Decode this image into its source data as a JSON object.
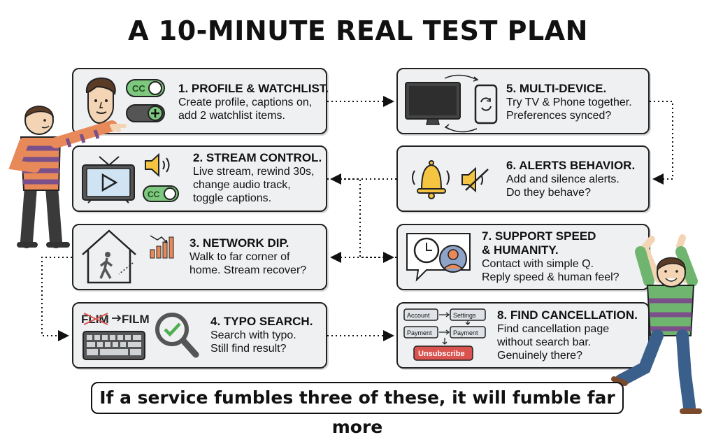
{
  "title": "A 10-MINUTE REAL TEST PLAN",
  "steps": [
    {
      "heading": "1. PROFILE & WATCHLIST.",
      "lines": [
        "Create profile, captions on,",
        "add 2 watchlist items."
      ]
    },
    {
      "heading": "2. STREAM CONTROL.",
      "lines": [
        "Live stream, rewind 30s,",
        "change audio track,",
        "toggle captions."
      ]
    },
    {
      "heading": "3. NETWORK DIP.",
      "lines": [
        "Walk to far corner of",
        "home. Stream recover?"
      ]
    },
    {
      "heading": "4. TYPO SEARCH.",
      "lines": [
        "Search with typo.",
        "Still find result?"
      ]
    },
    {
      "heading": "5. MULTI-DEVICE.",
      "lines": [
        "Try TV & Phone together.",
        "Preferences synced?"
      ]
    },
    {
      "heading": "6. ALERTS BEHAVIOR.",
      "lines": [
        "Add and silence alerts.",
        "Do they behave?"
      ]
    },
    {
      "heading": "7. SUPPORT SPEED",
      "heading2": "& HUMANITY.",
      "lines": [
        "Contact with simple Q.",
        "Reply speed & human feel?"
      ]
    },
    {
      "heading": "8. FIND CANCELLATION.",
      "lines": [
        "Find cancellation page",
        "without search bar.",
        "Genuinely there?"
      ]
    }
  ],
  "icons": {
    "cc_label": "CC",
    "typo_wrong": "FLIM",
    "typo_right": "FILM",
    "flow_account": "Account",
    "flow_settings": "Settings",
    "flow_payment_1": "Payment",
    "flow_payment_2": "Payment",
    "flow_unsubscribe": "Unsubscribe"
  },
  "footer": "If a service fumbles three of these, it will fumble far more",
  "colors": {
    "card_bg": "#eef0f2",
    "toggle_green": "#4caf50",
    "bell_yellow": "#f5c542",
    "unsubscribe_red": "#d9534f",
    "shirt_stripe_orange": "#e8895a",
    "shirt_stripe_purple": "#7b4f8a",
    "shirt_green": "#6fb56f"
  }
}
